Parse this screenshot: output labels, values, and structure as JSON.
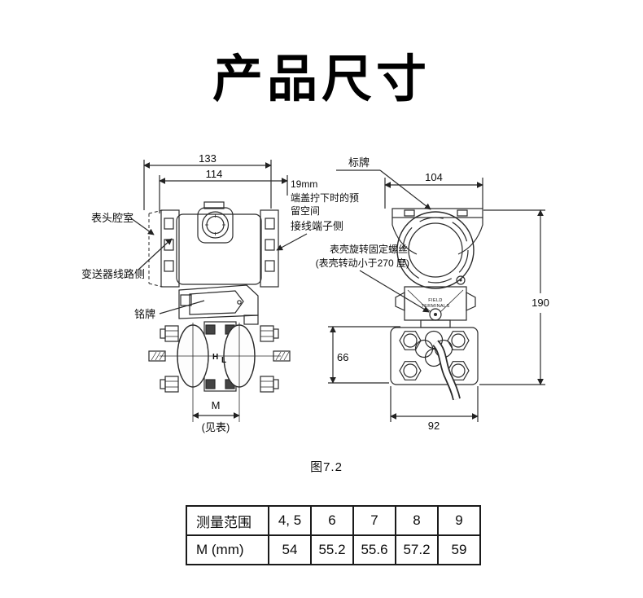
{
  "page": {
    "title": "产品尺寸"
  },
  "fig": {
    "caption": "图7.2",
    "left": {
      "dim133": "133",
      "dim114": "114",
      "dimM": "M",
      "see_table": "(见表)",
      "head_chamber": "表头腔室",
      "transmitter_side": "变送器线路侧",
      "nameplate": "铭牌",
      "clearance": "19mm",
      "clearance_note1": "端盖拧下时的预",
      "clearance_note2": "留空间",
      "terminal_side": "接线端子侧",
      "mark_h": "H",
      "mark_l": "L"
    },
    "right": {
      "tag_plate": "标牌",
      "dim104": "104",
      "dim190": "190",
      "dim66": "66",
      "dim92": "92",
      "rotation_screw_line1": "表壳旋转固定螺丝",
      "rotation_screw_line2": "(表壳转动小于270 度)",
      "field_terminals_line1": "FIELD",
      "field_terminals_line2": "TERMINALS"
    }
  },
  "table": {
    "rows": [
      {
        "header": "测量范围",
        "values": [
          "4, 5",
          "6",
          "7",
          "8",
          "9"
        ]
      },
      {
        "header": "M (mm)",
        "values": [
          "54",
          "55.2",
          "55.6",
          "57.2",
          "59"
        ]
      }
    ]
  }
}
